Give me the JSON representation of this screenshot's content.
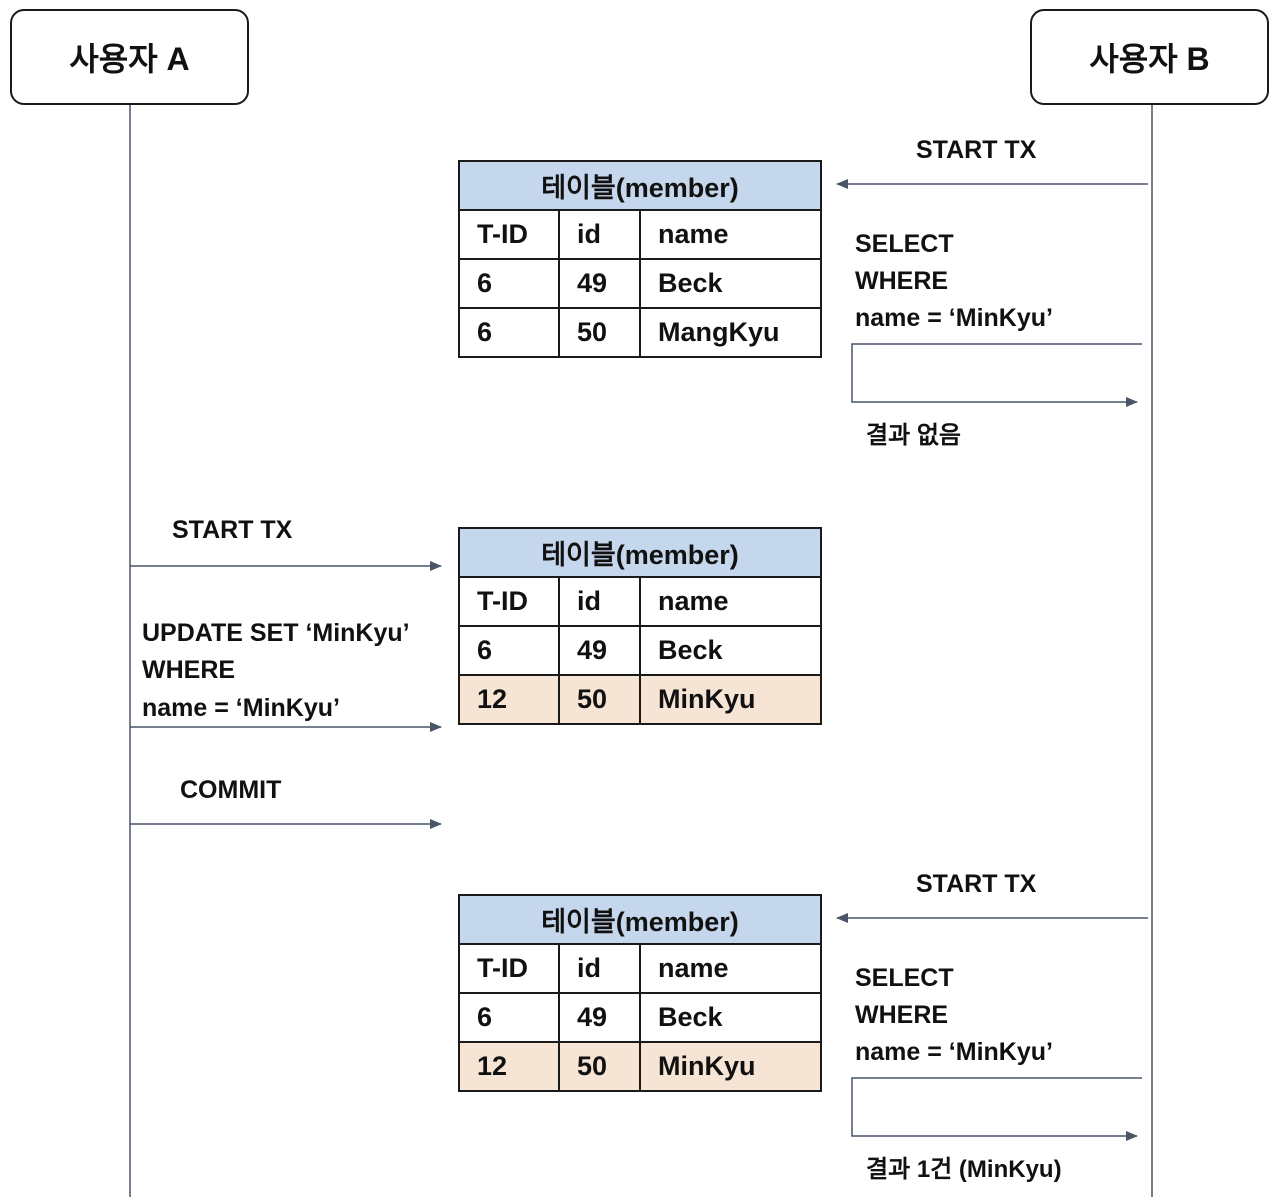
{
  "actors": {
    "a": "사용자 A",
    "b": "사용자 B"
  },
  "colors": {
    "table_header": "#c5d7ec",
    "highlight_row": "#f6e4d4",
    "lifeline": "#4a5568",
    "arrow": "#4a5568"
  },
  "table_title": "테이블(member)",
  "columns": [
    "T-ID",
    "id",
    "name"
  ],
  "tables": [
    {
      "rows": [
        [
          "6",
          "49",
          "Beck"
        ],
        [
          "6",
          "50",
          "MangKyu"
        ]
      ],
      "highlight_row": null
    },
    {
      "rows": [
        [
          "6",
          "49",
          "Beck"
        ],
        [
          "12",
          "50",
          "MinKyu"
        ]
      ],
      "highlight_row": 1
    },
    {
      "rows": [
        [
          "6",
          "49",
          "Beck"
        ],
        [
          "12",
          "50",
          "MinKyu"
        ]
      ],
      "highlight_row": 1
    }
  ],
  "labels": {
    "b_start_tx_1": "START TX",
    "b_select_1": [
      "SELECT",
      "WHERE",
      "name = ‘MinKyu’"
    ],
    "b_result_1": "결과 없음",
    "a_start_tx": "START TX",
    "a_update": [
      "UPDATE SET ‘MinKyu’",
      "WHERE",
      "name = ‘MinKyu’"
    ],
    "a_commit": "COMMIT",
    "b_start_tx_2": "START TX",
    "b_select_2": [
      "SELECT",
      "WHERE",
      "name = ‘MinKyu’"
    ],
    "b_result_2": "결과 1건 (MinKyu)"
  }
}
